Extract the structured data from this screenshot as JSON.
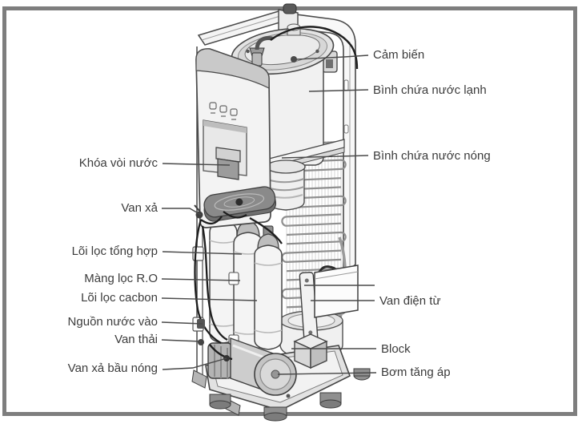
{
  "frame": {
    "border_color": "#7e7e7e",
    "background_color": "#ffffff"
  },
  "diagram": {
    "subject": "water purifier dispenser cutaway diagram",
    "line_color": "#464646",
    "text_color": "#3c3c3c",
    "labels": {
      "left": [
        {
          "id": "khoa-voi-nuoc",
          "text": "Khóa vòi nước"
        },
        {
          "id": "van-xa",
          "text": "Van xả"
        },
        {
          "id": "loi-loc-tong-hop",
          "text": "Lõi lọc tổng hợp"
        },
        {
          "id": "mang-loc-ro",
          "text": "Màng lọc R.O"
        },
        {
          "id": "loi-loc-cacbon",
          "text": "Lõi lọc cacbon"
        },
        {
          "id": "nguon-nuoc-vao",
          "text": "Nguồn nước vào"
        },
        {
          "id": "van-thai",
          "text": "Van thải"
        },
        {
          "id": "van-xa-bau-nong",
          "text": "Van xả bầu nóng"
        }
      ],
      "right": [
        {
          "id": "cam-bien",
          "text": "Cảm biến"
        },
        {
          "id": "binh-chua-nuoc-lanh",
          "text": "Bình chứa nước lạnh"
        },
        {
          "id": "binh-chua-nuoc-nong",
          "text": "Bình chứa nước nóng"
        },
        {
          "id": "van-dien-tu",
          "text": "Van điện từ"
        },
        {
          "id": "block",
          "text": "Block"
        },
        {
          "id": "bom-tang-ap",
          "text": "Bơm tăng áp"
        }
      ]
    }
  }
}
